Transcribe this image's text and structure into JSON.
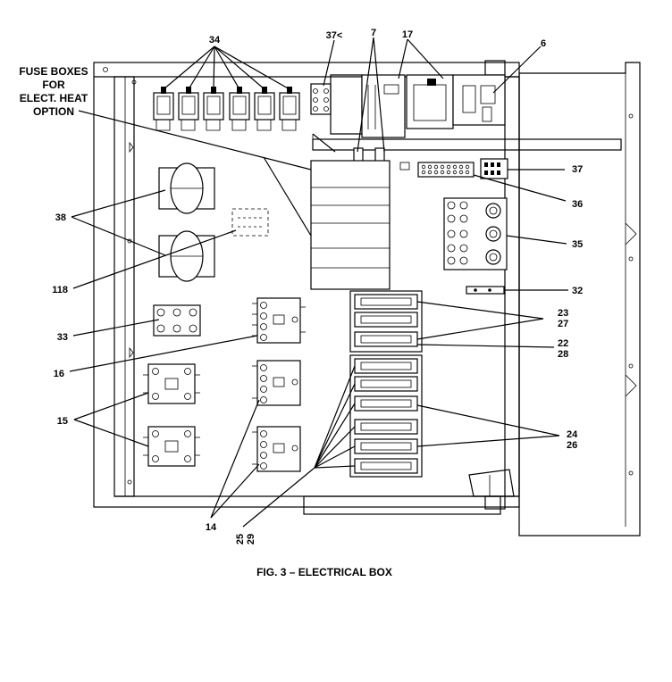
{
  "caption": "FIG. 3 – ELECTRICAL BOX",
  "callouts": {
    "c34": "34",
    "c37a": "37<",
    "c7": "7",
    "c17": "17",
    "c6": "6",
    "fuse1": "FUSE BOXES",
    "fuse2": "FOR",
    "fuse3": "ELECT. HEAT",
    "fuse4": "OPTION",
    "c37": "37",
    "c36": "36",
    "c38": "38",
    "c35": "35",
    "c118": "118",
    "c32": "32",
    "c33": "33",
    "c23": "23",
    "c27": "27",
    "c22": "22",
    "c28": "28",
    "c16": "16",
    "c15": "15",
    "c24": "24",
    "c26": "26",
    "c14": "14",
    "c25": "25",
    "c29": "29"
  }
}
